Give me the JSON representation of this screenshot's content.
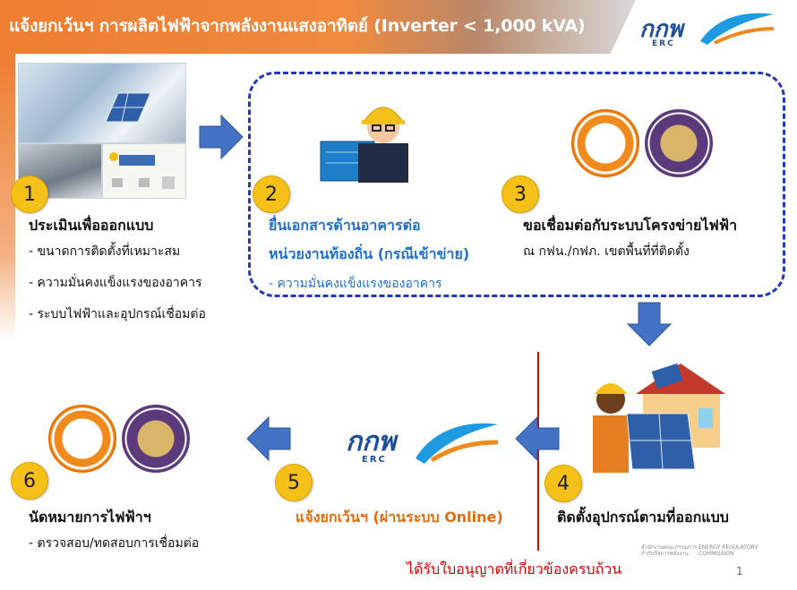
{
  "header": {
    "title": "แจ้งยกเว้นฯ การผลิตไฟฟ้าจากพลังงานแสงอาทิตย์ (Inverter < 1,000 kVA)",
    "logo_text": "กกพ",
    "logo_sub": "ERC"
  },
  "steps": [
    {
      "number": "1",
      "title": "ประเมินเพื่อออกแบบ",
      "items": [
        "- ขนาดการติดตั้งที่เหมาะสม",
        "- ความมั่นคงแข็งแรงของอาคาร",
        "- ระบบไฟฟ้าและอุปกรณ์เชื่อมต่อ"
      ]
    },
    {
      "number": "2",
      "title_line1": "ยื่นเอกสารด้านอาคารต่อ",
      "title_line2": "หน่วยงานท้องถิ่น (กรณีเข้าข่าย)",
      "items": [
        "- ความมั่นคงแข็งแรงของอาคาร"
      ]
    },
    {
      "number": "3",
      "title": "ขอเชื่อมต่อกับระบบโครงข่ายไฟฟ้า",
      "items": [
        "ณ กฟน./กฟภ. เขตพื้นที่ที่ติดตั้ง"
      ]
    },
    {
      "number": "4",
      "title": "ติดตั้งอุปกรณ์ตามที่ออกแบบ"
    },
    {
      "number": "5",
      "title": "แจ้งยกเว้นฯ (ผ่านระบบ Online)",
      "logo_text": "กกพ",
      "logo_sub": "ERC"
    },
    {
      "number": "6",
      "title": "นัดหมายการไฟฟ้าฯ",
      "items": [
        "- ตรวจสอบ/ทดสอบการเชื่อมต่อ"
      ]
    }
  ],
  "footer": {
    "license_note": "ได้รับใบอนุญาตที่เกี่ยวข้องครบถ้วน",
    "page_number": "1",
    "org_thai_line1": "สำนักงานคณะกรรมการ",
    "org_thai_line2": "กำกับกิจการพลังงาน",
    "org_en_line1": "ENERGY REGULATORY",
    "org_en_line2": "COMMISSION"
  },
  "colors": {
    "accent_orange": "#ed7d31",
    "arrow_blue": "#4472c4",
    "dashed_border": "#2138b8",
    "badge_yellow": "#f5c118",
    "license_red": "#e00000"
  }
}
